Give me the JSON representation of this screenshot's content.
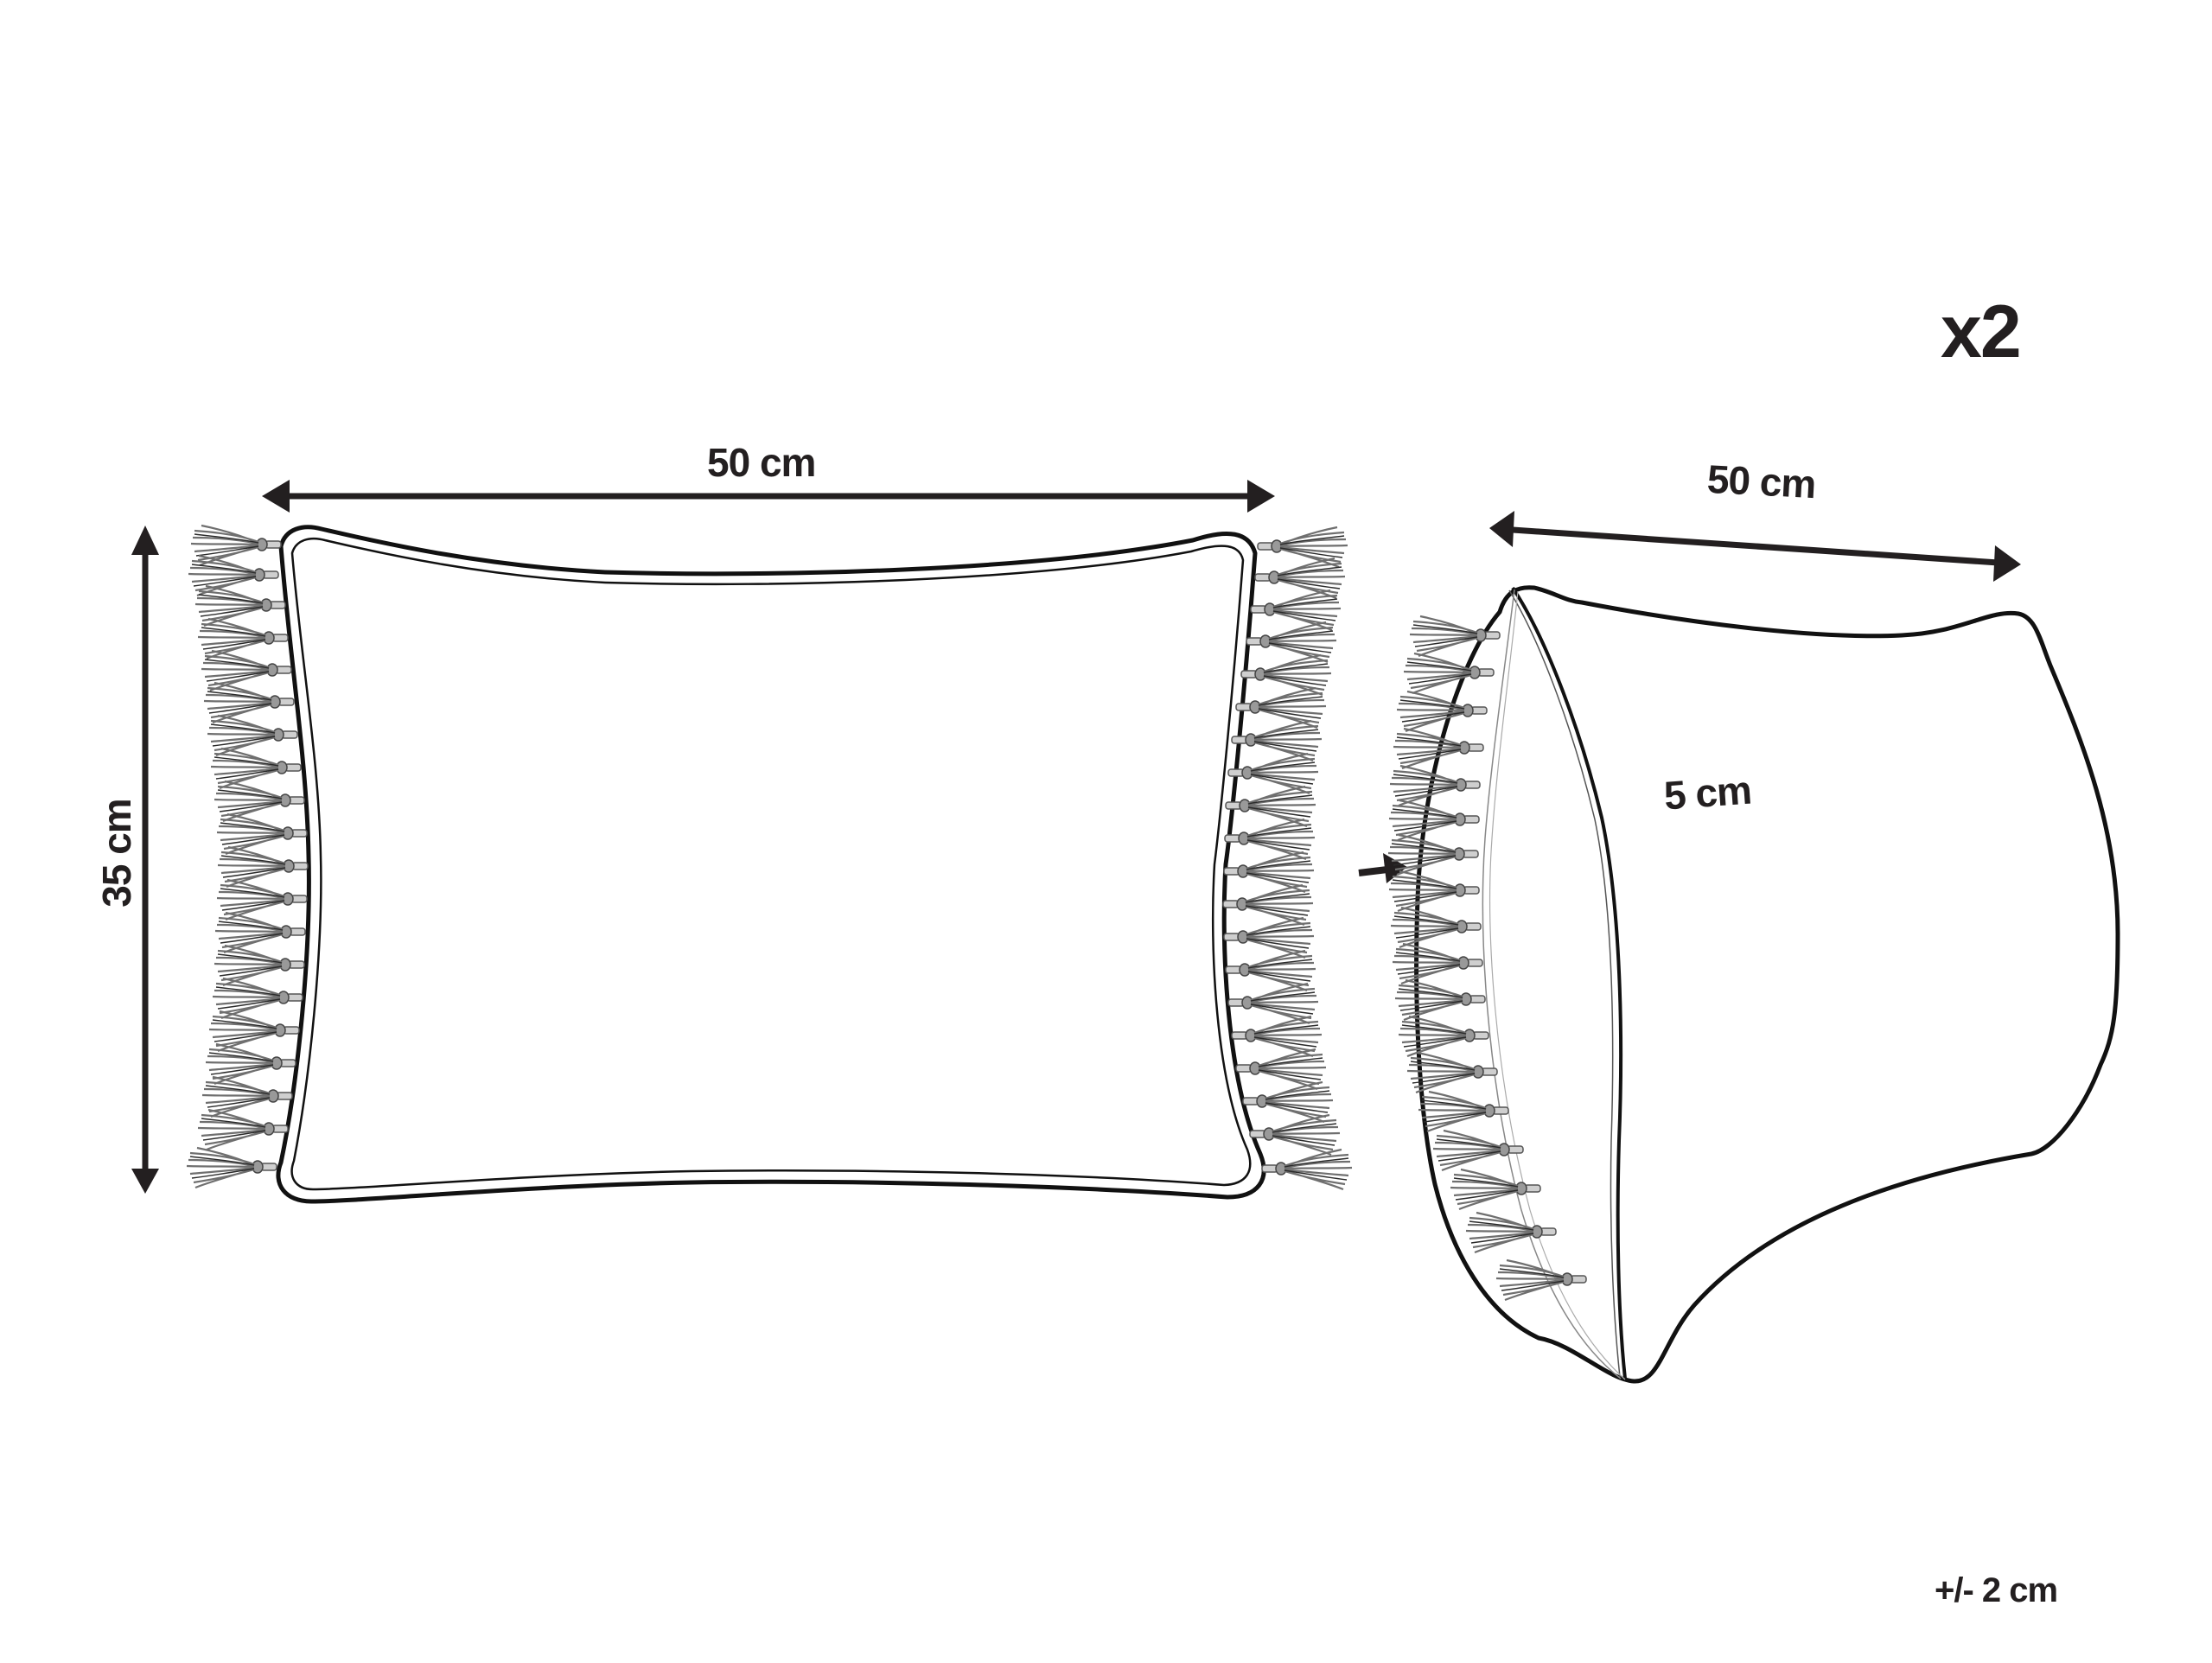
{
  "diagram": {
    "type": "product dimension drawing",
    "subject": "rectangular cushion with tassels",
    "quantity_label": "x2",
    "tolerance_label": "+/- 2 cm",
    "front_view": {
      "width_label": "50 cm",
      "height_label": "35 cm"
    },
    "side_view": {
      "width_label": "50 cm",
      "depth_label": "5 cm"
    },
    "colors": {
      "ink": "#231f20",
      "tassel": "#7a7a7a",
      "background": "#ffffff"
    }
  }
}
